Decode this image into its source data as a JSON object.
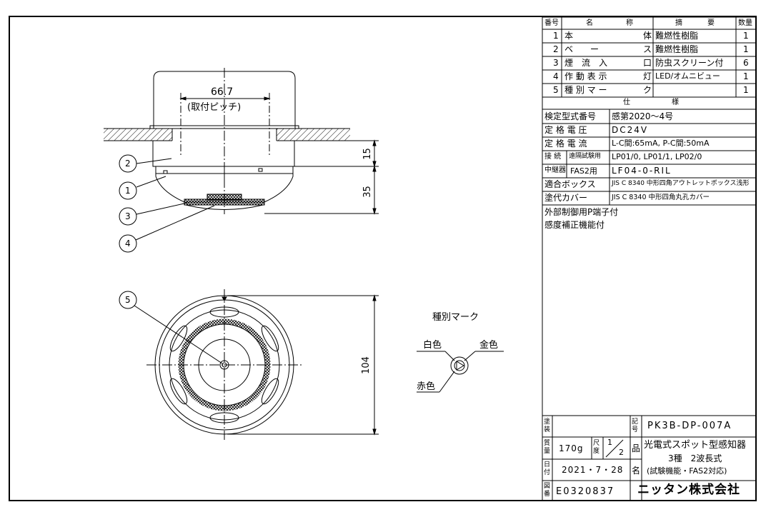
{
  "parts": {
    "headers": {
      "no": "番号",
      "name_a": "名",
      "name_b": "称",
      "spec_a": "摘",
      "spec_b": "要",
      "qty": "数量"
    },
    "rows": [
      {
        "no": "1",
        "name_a": "本",
        "name_b": "体",
        "spec": "難燃性樹脂",
        "qty": "1"
      },
      {
        "no": "2",
        "name_a": "ベ　　ー",
        "name_b": "ス",
        "spec": "難燃性樹脂",
        "qty": "1"
      },
      {
        "no": "3",
        "name_a": "煙　流　入",
        "name_b": "口",
        "spec": "防虫スクリーン付",
        "qty": "6"
      },
      {
        "no": "4",
        "name_a": "作 動 表 示",
        "name_b": "灯",
        "spec": "LED/オムニビュー",
        "qty": "1"
      },
      {
        "no": "5",
        "name_a": "種 別 マ ー",
        "name_b": "ク",
        "spec": "",
        "qty": "1"
      }
    ]
  },
  "specs": {
    "header_a": "仕",
    "header_b": "様",
    "rows": [
      {
        "label": "検定型式番号",
        "value": "感第2020～4号"
      },
      {
        "label": "定 格 電 圧",
        "value": "DC24V"
      },
      {
        "label": "定 格 電 流",
        "value": "L-C間:65mA, P-C間:50mA"
      },
      {
        "label_a": "接 続",
        "label_b": "遠隔試験用",
        "value": "LP01/0, LP01/1, LP02/0"
      },
      {
        "label_a": "中継器",
        "label_b": "FAS2用",
        "value": "LF04-0-RIL"
      },
      {
        "label": "適合ボックス",
        "value": "JIS C 8340 中形四角アウトレットボックス浅形"
      },
      {
        "label": "塗代カバー",
        "value": "JIS C 8340 中形四角丸孔カバー"
      }
    ],
    "notes": [
      "外部制御用P端子付",
      "感度補正機能付"
    ]
  },
  "titleblock": {
    "coating_label": "塗装",
    "coating_value": "",
    "symbol_label": "記号",
    "symbol_value": "PK3B-DP-007A",
    "mass_label": "質量",
    "mass_value": "170g",
    "scale_label": "尺度",
    "scale_num": "1",
    "scale_den": "2",
    "product_label": "品",
    "name_label": "名",
    "product_name_1": "光電式スポット型感知器",
    "product_name_2": "3種　2波長式",
    "product_name_3": "(試験機能・FAS2対応)",
    "date_label": "日付",
    "date_value": "2021・7・28",
    "drawing_no_label": "図番",
    "drawing_no_value": "E0320837",
    "company": "ニッタン株式会社"
  },
  "drawing": {
    "pitch_value": "66.7",
    "pitch_label": "(取付ピッチ)",
    "dim_15": "15",
    "dim_35": "35",
    "dim_104": "104",
    "callouts": [
      "2",
      "1",
      "3",
      "4",
      "5"
    ],
    "mark_title": "種別マーク",
    "mark_white": "白色",
    "mark_gold": "金色",
    "mark_red": "赤色"
  }
}
